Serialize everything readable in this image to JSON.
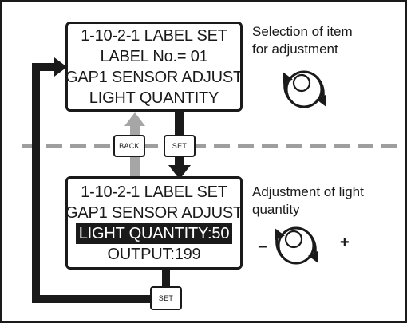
{
  "screen_top": {
    "lines": [
      "1-10-2-1 LABEL SET",
      "LABEL No.= 01",
      "GAP1 SENSOR ADJUST",
      "LIGHT QUANTITY"
    ]
  },
  "screen_bottom": {
    "lines": [
      "1-10-2-1 LABEL SET",
      "GAP1 SENSOR ADJUST",
      "LIGHT QUANTITY:50",
      "OUTPUT:199"
    ]
  },
  "buttons": {
    "back": "BACK",
    "set_middle": "SET",
    "set_bottom": "SET"
  },
  "captions": {
    "top": [
      "Selection of item",
      "for adjustment"
    ],
    "bottom": [
      "Adjustment of light",
      "quantity"
    ]
  },
  "dial_signs": {
    "minus": "−",
    "plus": "+"
  },
  "icons": {
    "dial": "rotary-knob-icon"
  },
  "colors": {
    "line": "#1a1a1a",
    "back_arrow": "#a6a6a6",
    "divider": "#9e9e9e"
  }
}
